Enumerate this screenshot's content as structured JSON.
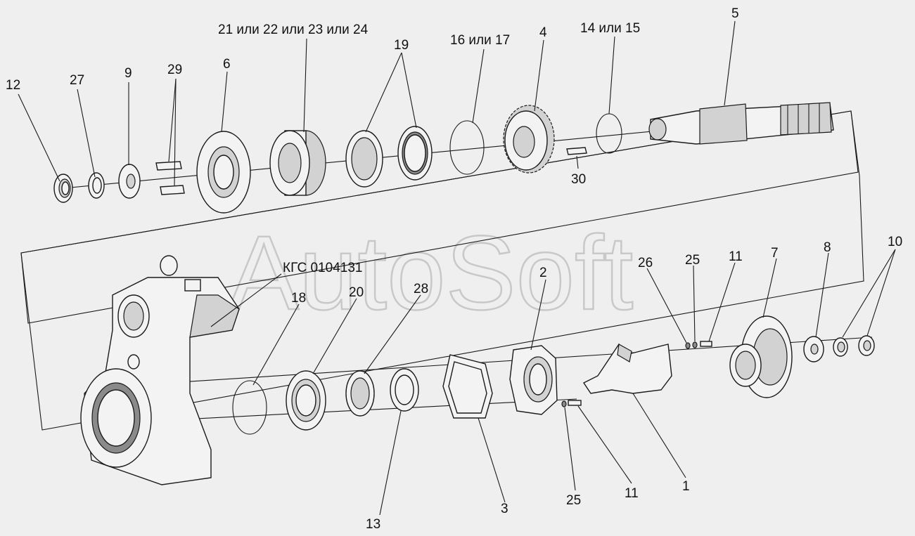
{
  "watermark": "AutoSoft",
  "catalog_ref": "КГС 0104131",
  "callouts": {
    "c12": "12",
    "c27": "27",
    "c9": "9",
    "c29": "29",
    "c6": "6",
    "c21_24": "21 или 22 или 23 или 24",
    "c19": "19",
    "c16_17": "16 или 17",
    "c4": "4",
    "c14_15": "14 или 15",
    "c5": "5",
    "c30": "30",
    "c18": "18",
    "c20": "20",
    "c28": "28",
    "c2": "2",
    "c26": "26",
    "c25_top": "25",
    "c11_top": "11",
    "c7": "7",
    "c8": "8",
    "c10": "10",
    "c13": "13",
    "c3": "3",
    "c25_bottom": "25",
    "c11_bottom": "11",
    "c1": "1"
  }
}
